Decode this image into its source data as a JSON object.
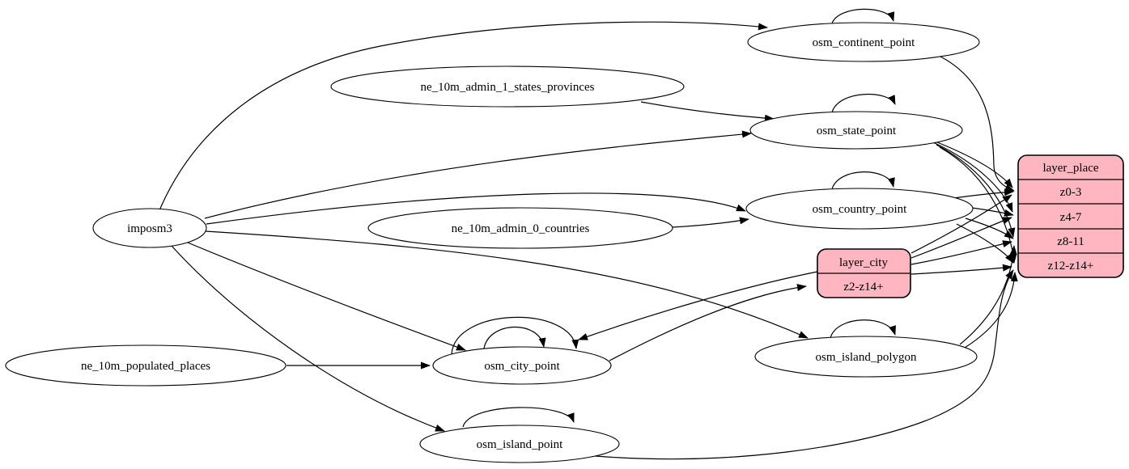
{
  "diagram": {
    "type": "etl-graph",
    "colors": {
      "background": "#ffffff",
      "node_fill": "#ffffff",
      "record_fill": "#ffb6c1",
      "stroke": "#000000"
    },
    "nodes": {
      "imposm3": {
        "label": "imposm3"
      },
      "ne_10m_admin_1_states_provinces": {
        "label": "ne_10m_admin_1_states_provinces"
      },
      "ne_10m_admin_0_countries": {
        "label": "ne_10m_admin_0_countries"
      },
      "ne_10m_populated_places": {
        "label": "ne_10m_populated_places"
      },
      "osm_continent_point": {
        "label": "osm_continent_point"
      },
      "osm_state_point": {
        "label": "osm_state_point"
      },
      "osm_country_point": {
        "label": "osm_country_point"
      },
      "osm_city_point": {
        "label": "osm_city_point"
      },
      "osm_island_polygon": {
        "label": "osm_island_polygon"
      },
      "osm_island_point": {
        "label": "osm_island_point"
      }
    },
    "records": {
      "layer_place": {
        "title": "layer_place",
        "rows": [
          "z0-3",
          "z4-7",
          "z8-11",
          "z12-z14+"
        ]
      },
      "layer_city": {
        "title": "layer_city",
        "rows": [
          "z2-z14+"
        ]
      }
    },
    "edges": [
      {
        "from": "imposm3",
        "to": "osm_continent_point"
      },
      {
        "from": "imposm3",
        "to": "osm_state_point"
      },
      {
        "from": "imposm3",
        "to": "osm_country_point"
      },
      {
        "from": "imposm3",
        "to": "osm_city_point"
      },
      {
        "from": "imposm3",
        "to": "osm_island_polygon"
      },
      {
        "from": "imposm3",
        "to": "osm_island_point"
      },
      {
        "from": "ne_10m_admin_1_states_provinces",
        "to": "osm_state_point"
      },
      {
        "from": "ne_10m_admin_0_countries",
        "to": "osm_country_point"
      },
      {
        "from": "ne_10m_populated_places",
        "to": "osm_city_point"
      },
      {
        "from": "osm_continent_point",
        "to": "osm_continent_point"
      },
      {
        "from": "osm_state_point",
        "to": "osm_state_point"
      },
      {
        "from": "osm_country_point",
        "to": "osm_country_point"
      },
      {
        "from": "osm_city_point",
        "to": "osm_city_point"
      },
      {
        "from": "osm_city_point",
        "to": "osm_city_point"
      },
      {
        "from": "osm_island_polygon",
        "to": "osm_island_polygon"
      },
      {
        "from": "osm_island_point",
        "to": "osm_island_point"
      },
      {
        "from": "osm_continent_point",
        "to": "layer_place:z0-3"
      },
      {
        "from": "osm_state_point",
        "to": "layer_place:z0-3"
      },
      {
        "from": "osm_state_point",
        "to": "layer_place:z4-7"
      },
      {
        "from": "osm_state_point",
        "to": "layer_place:z8-11"
      },
      {
        "from": "osm_state_point",
        "to": "layer_place:z12-z14+"
      },
      {
        "from": "osm_country_point",
        "to": "layer_place:z0-3"
      },
      {
        "from": "osm_country_point",
        "to": "layer_place:z4-7"
      },
      {
        "from": "osm_country_point",
        "to": "layer_place:z8-11"
      },
      {
        "from": "osm_country_point",
        "to": "layer_place:z12-z14+"
      },
      {
        "from": "osm_island_polygon",
        "to": "layer_place:z8-11"
      },
      {
        "from": "osm_island_polygon",
        "to": "layer_place:z12-z14+"
      },
      {
        "from": "osm_island_point",
        "to": "layer_place:z12-z14+"
      },
      {
        "from": "osm_city_point",
        "to": "layer_city:z2-z14+"
      },
      {
        "from": "layer_city",
        "to": "osm_city_point"
      },
      {
        "from": "layer_city",
        "to": "layer_place:z0-3"
      },
      {
        "from": "layer_city",
        "to": "layer_place:z4-7"
      },
      {
        "from": "layer_city",
        "to": "layer_place:z8-11"
      },
      {
        "from": "layer_city",
        "to": "layer_place:z12-z14+"
      }
    ]
  }
}
